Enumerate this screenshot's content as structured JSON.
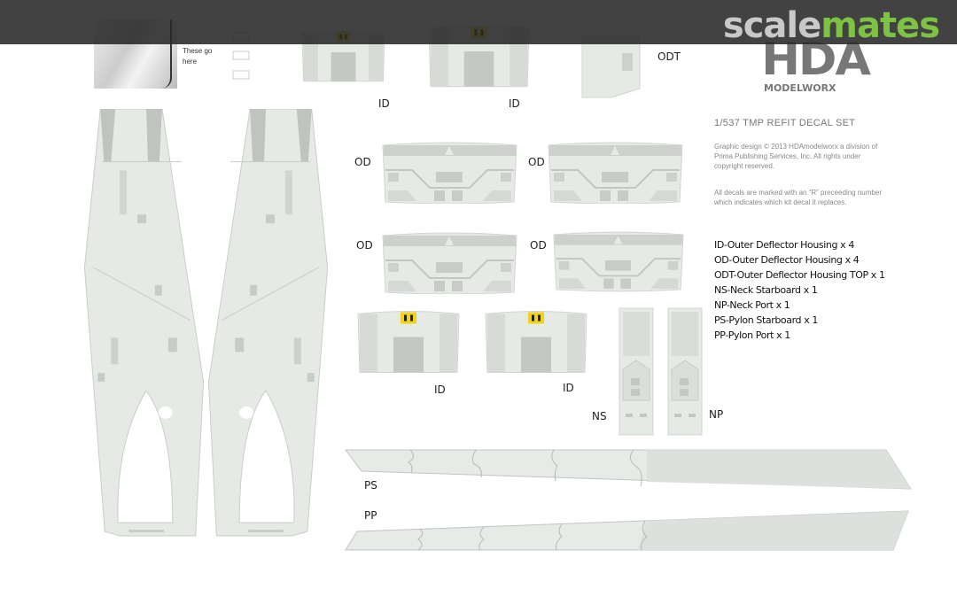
{
  "watermark": {
    "part1": "scale",
    "part2": "mates",
    "color_gray": "#c9c9c9",
    "color_green": "#7dc243"
  },
  "logo": {
    "main": "HDA",
    "sub": "MODELWORX"
  },
  "placement_note": {
    "line1": "These go",
    "line2": "here"
  },
  "sheet_title": "1/537 TMP REFIT DECAL SET",
  "credits": [
    "Graphic design © 2013 HDAmodelworx a division of Prima Publishing Services, Inc. All rights under copyright reserved."
  ],
  "instructions": "All decals are marked with an “R” preceeding number which indicates which kit decal it replaces.",
  "legend": [
    "ID-Outer Deflector Housing x 4",
    "OD-Outer Deflector Housing x 4",
    "ODT-Outer Deflector Housing TOP x 1",
    "NS-Neck Starboard x 1",
    "NP-Neck Port x 1",
    "PS-Pylon Starboard x 1",
    "PP-Pylon Port x 1"
  ],
  "labels": {
    "id": "ID",
    "od": "OD",
    "odt": "ODT",
    "ns": "NS",
    "np": "NP",
    "ps": "PS",
    "pp": "PP"
  },
  "colors": {
    "decal_fill": "#e5eae5",
    "decal_dark": "#c7ccc7",
    "decal_edge": "#b5bab5",
    "marker_yellow": "#f2d21b"
  }
}
